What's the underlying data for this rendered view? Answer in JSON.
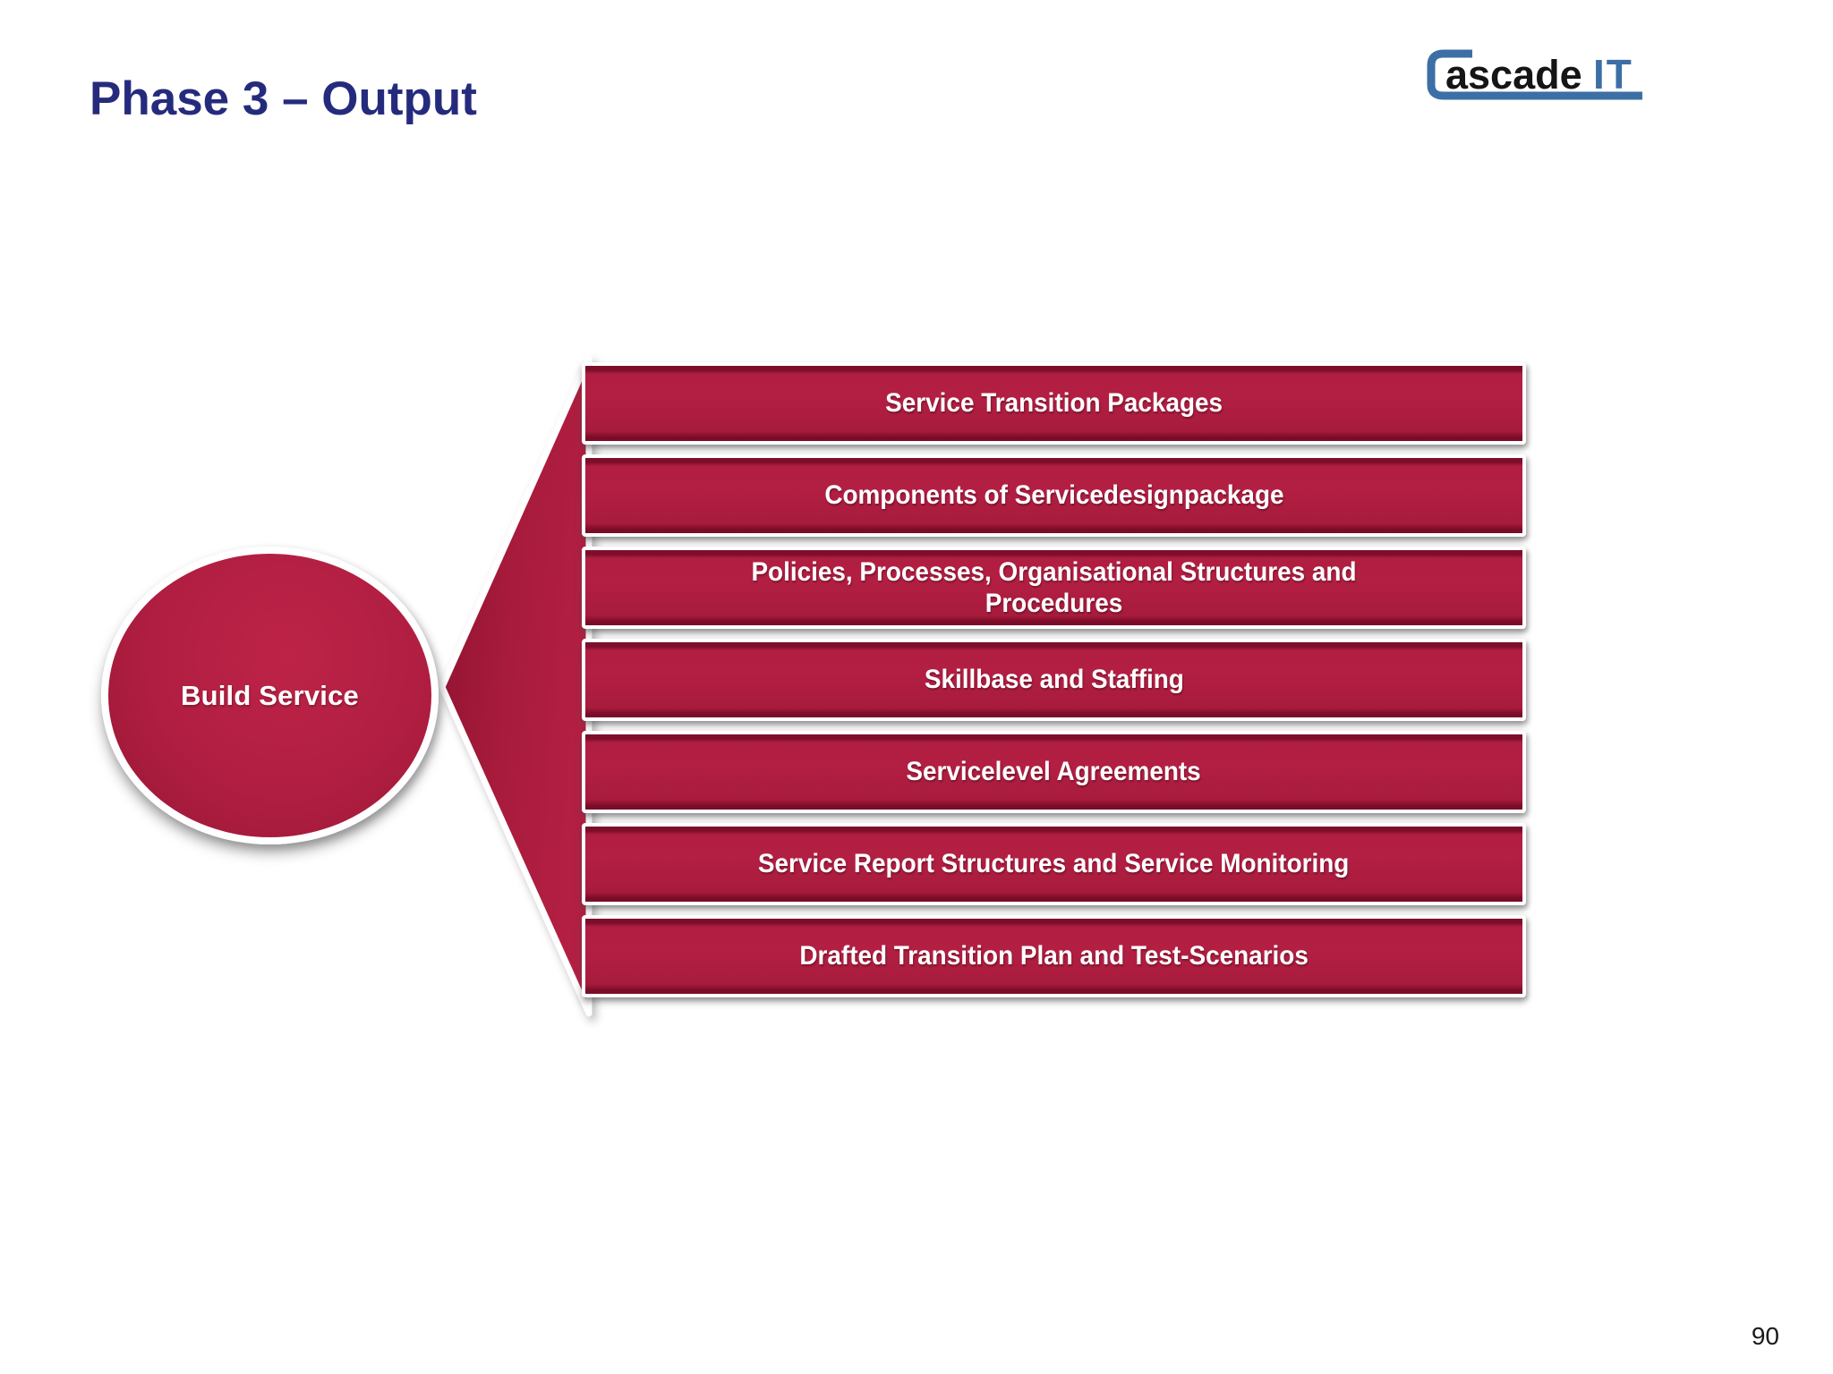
{
  "slide": {
    "title": "Phase 3 – Output",
    "page_number": "90",
    "colors": {
      "accent_red": "#b01e41",
      "accent_red_dark": "#7a0c27",
      "title_navy": "#252b7c",
      "logo_blue": "#3c6fa5",
      "logo_black": "#151515",
      "background": "#ffffff"
    }
  },
  "logo": {
    "prefix": "ascade",
    "suffix": "IT"
  },
  "diagram": {
    "source": {
      "label": "Build Service"
    },
    "outputs": [
      {
        "label": "Service Transition Packages"
      },
      {
        "label": "Components of Servicedesignpackage"
      },
      {
        "label": "Policies, Processes, Organisational Structures and\nProcedures"
      },
      {
        "label": "Skillbase and Staffing"
      },
      {
        "label": "Servicelevel Agreements"
      },
      {
        "label": "Service Report Structures and Service Monitoring"
      },
      {
        "label": "Drafted Transition Plan and Test-Scenarios"
      }
    ]
  }
}
